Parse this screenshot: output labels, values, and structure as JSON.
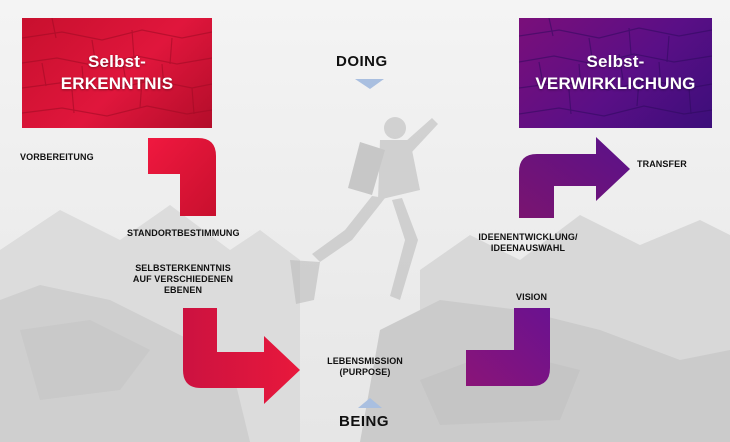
{
  "colors": {
    "red_primary": "#e0163c",
    "red_dark": "#c8102e",
    "purple_primary": "#6a0f80",
    "purple_dark": "#3c0e7a",
    "indicator": "#a9bfe0",
    "text": "#111111"
  },
  "boxes": {
    "left": {
      "line1": "Selbst-",
      "line2": "ERKENNTNIS"
    },
    "right": {
      "line1": "Selbst-",
      "line2": "VERWIRKLICHUNG"
    }
  },
  "axis": {
    "top": "DOING",
    "bottom": "BEING"
  },
  "labels": {
    "vorbereitung": "VORBEREITUNG",
    "standortbestimmung": "STANDORTBESTIMMUNG",
    "selbsterkenntnis": [
      "SELBSTERKENNTNIS",
      "AUF VERSCHIEDENEN",
      "EBENEN"
    ],
    "lebensmission": [
      "LEBENSMISSION",
      "(PURPOSE)"
    ],
    "vision": "VISION",
    "ideenentwicklung": [
      "IDEENENTWICKLUNG/",
      "IDEENAUSWAHL"
    ],
    "transfer": "TRANSFER"
  },
  "background": {
    "description_icon": "person-jumping-between-rocks-photo"
  }
}
